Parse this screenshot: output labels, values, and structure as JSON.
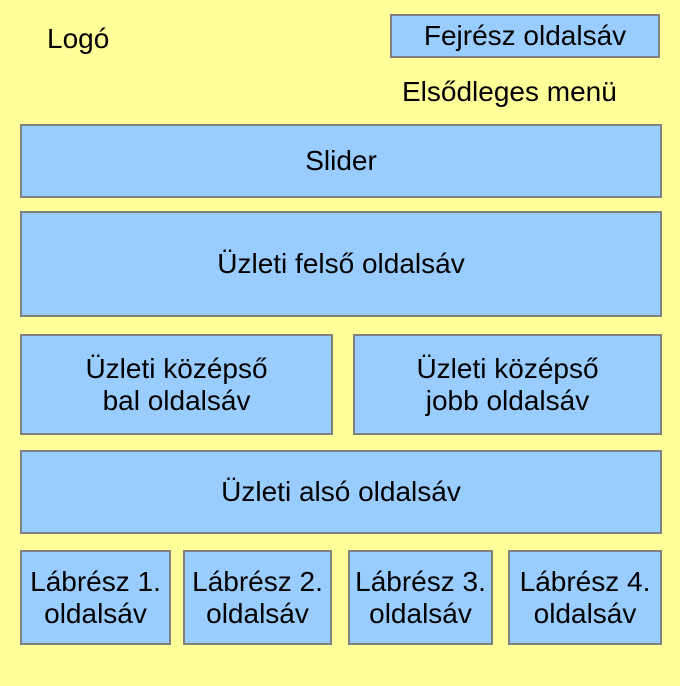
{
  "colors": {
    "background": "#FFFF99",
    "box_fill": "#99CCFF",
    "box_border": "#808080",
    "text": "#000000"
  },
  "diagram": {
    "logo_label": "Logó",
    "primary_menu_label": "Elsődleges menü",
    "header_sidebar": "Fejrész oldalsáv",
    "slider": "Slider",
    "business_top": "Üzleti felső oldalsáv",
    "business_middle_left": "Üzleti középső\nbal oldalsáv",
    "business_middle_right": "Üzleti középső\njobb oldalsáv",
    "business_bottom": "Üzleti alsó oldalsáv",
    "footers": [
      "Lábrész 1.\noldalsáv",
      "Lábrész 2.\noldalsáv",
      "Lábrész 3.\noldalsáv",
      "Lábrész 4.\noldalsáv"
    ]
  }
}
